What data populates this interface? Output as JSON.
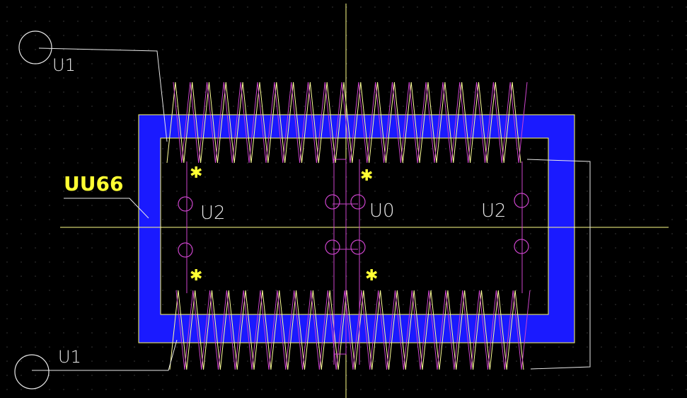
{
  "labels": {
    "core_name": "UU66",
    "winding_top": "U1",
    "winding_bottom": "U1",
    "pin_left": "U2",
    "pin_center": "U0",
    "pin_right": "U2"
  },
  "markers": {
    "dot_glyph": "✱"
  },
  "colors": {
    "background": "#000000",
    "grid_dot": "#3a3a3a",
    "core_fill": "#1a1aff",
    "core_outline": "#ffff66",
    "winding_yellow": "#ffff99",
    "winding_magenta": "#cc44cc",
    "crosshair": "#ffff88",
    "label_white": "#e8e8e8",
    "label_yellow": "#ffff33"
  }
}
